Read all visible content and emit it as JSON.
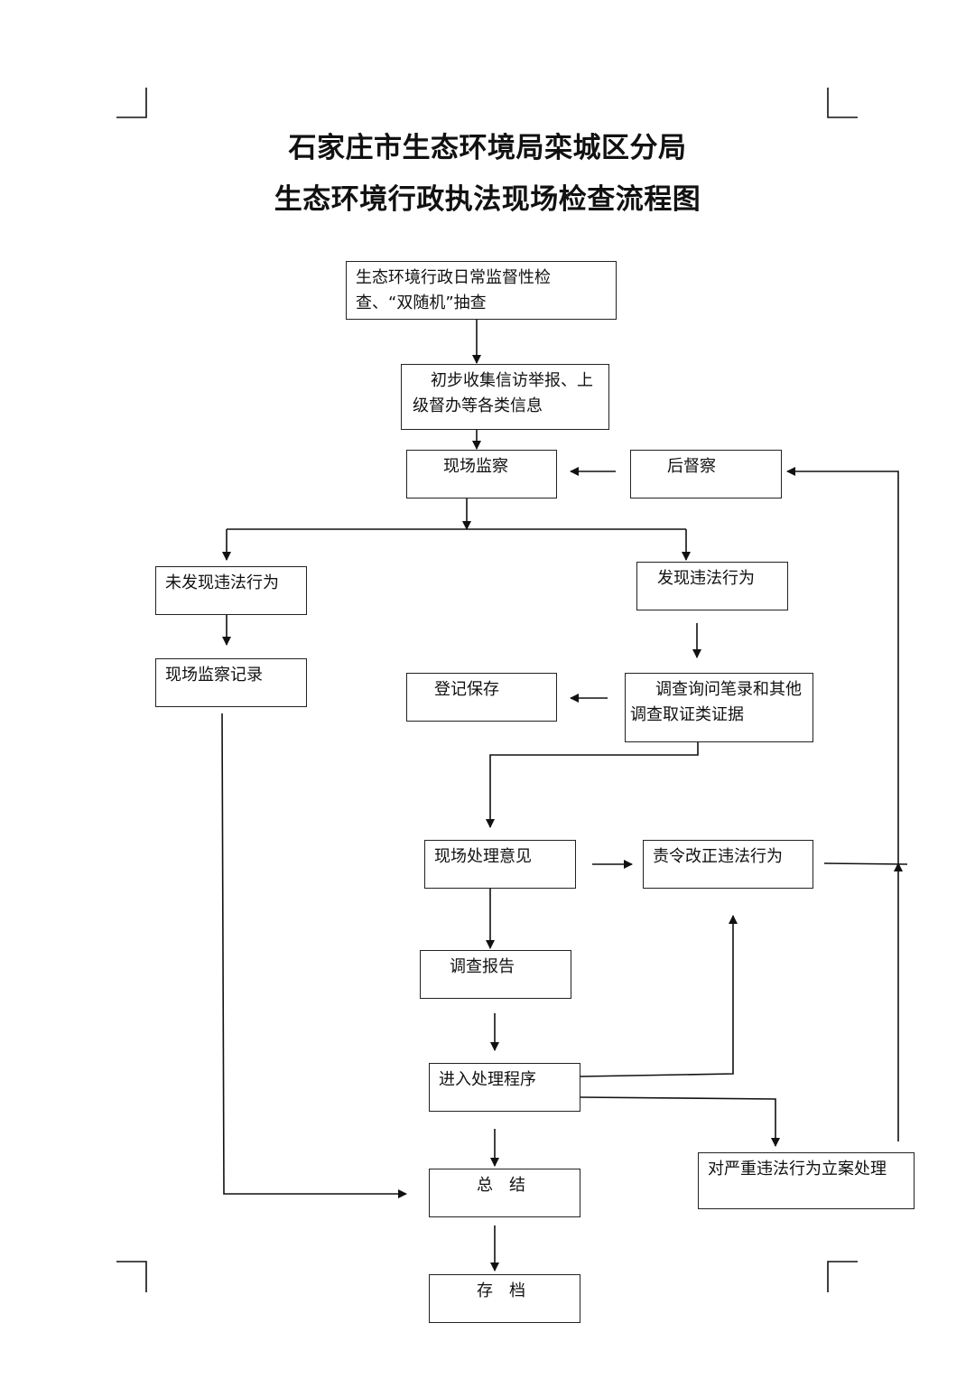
{
  "title": {
    "line1": "石家庄市生态环境局栾城区分局",
    "line2": "生态环境行政执法现场检查流程图"
  },
  "nodes": {
    "daily_check": "生态环境行政日常监督性检查、“双随机”抽查",
    "collect_info": "初步收集信访举报、上级督办等各类信息",
    "site_inspection": "现场监察",
    "post_supervision": "后督察",
    "no_violation": "未发现违法行为",
    "violation_found": "发现违法行为",
    "inspection_record": "现场监察记录",
    "register_save": "登记保存",
    "investigation": "调查询问笔录和其他调查取证类证据",
    "site_opinion": "现场处理意见",
    "order_correct": "责令改正违法行为",
    "report": "调查报告",
    "process": "进入处理程序",
    "serious_case": "对严重违法行为立案处理",
    "summary": "总　结",
    "archive": "存　档"
  }
}
